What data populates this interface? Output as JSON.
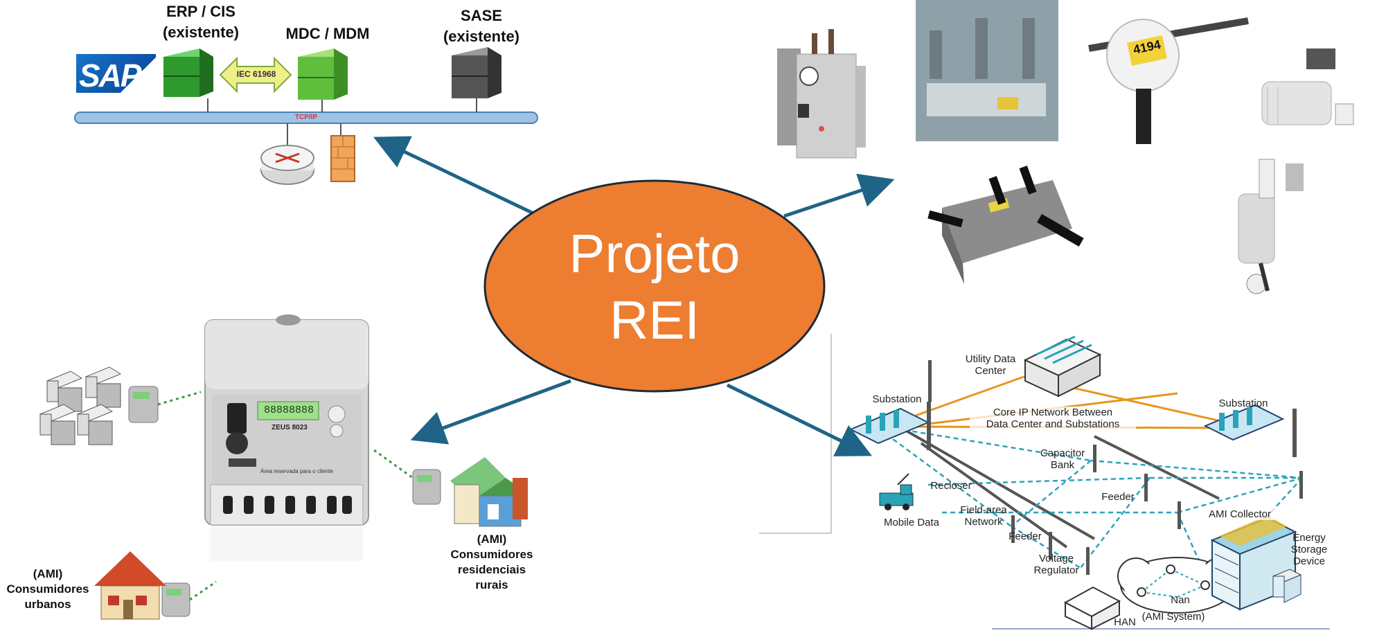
{
  "center": {
    "line1": "Projeto",
    "line2": "REI"
  },
  "colors": {
    "center_fill": "#ED7D31",
    "arrow": "#1F6487",
    "server_green": "#3DAA3D",
    "server_gray": "#666666",
    "bus_blue": "#9EC3E6",
    "net_orange": "#E8941F",
    "net_teal": "#2AA3B8"
  },
  "it_system": {
    "erp_label": "ERP / CIS\n(existente)",
    "mdc_label": "MDC / MDM",
    "sase_label": "SASE\n(existente)",
    "sap_logo": "SAP",
    "protocol": "IEC 61968",
    "bus_label": "TCP/IP"
  },
  "ami": {
    "urban_label": "(AMI)\nConsumidores\nurbanos",
    "rural_label": "(AMI)\nConsumidores\nresidenciais\nrurais",
    "meter_brand": "ZEUS 8023",
    "meter_caption": "Área reservada para o cliente",
    "meter_display": "88888888"
  },
  "grid_device": {
    "tag": "4194"
  },
  "network": {
    "utility_dc": "Utility Data\nCenter",
    "substation_left": "Substation",
    "substation_right": "Substation",
    "core_ip": "Core IP Network Between\nData Center and Substations",
    "capacitor": "Capacitor\nBank",
    "recloser": "Recloser",
    "feeder_right": "Feeder",
    "feeder_left": "Feeder",
    "field_area": "Field-area\nNetwork",
    "mobile": "Mobile Data",
    "ami_collector": "AMI Collector",
    "energy_storage": "Energy\nStorage\nDevice",
    "voltage_reg": "Voltage\nRegulator",
    "han": "HAN",
    "nan": "Nan",
    "ami_system": "(AMI System)"
  }
}
